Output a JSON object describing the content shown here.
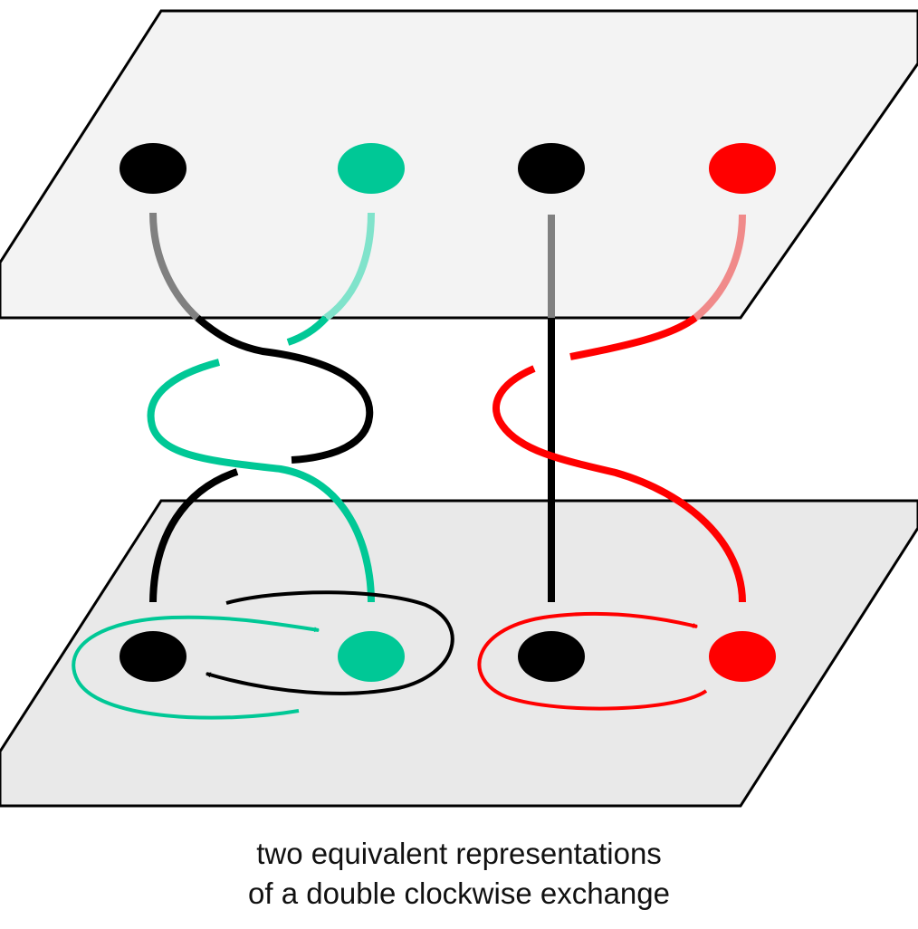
{
  "caption": {
    "line1": "two equivalent representations",
    "line2": "of a double clockwise exchange"
  },
  "colors": {
    "plane_top_fill": "#f3f3f3",
    "plane_bottom_fill": "#e9e9e9",
    "outline": "#000000",
    "particle_black": "#000000",
    "particle_teal": "#00c896",
    "particle_red": "#ff0000",
    "strand_black": "#000000",
    "strand_black_faded": "#808080",
    "strand_teal": "#00c896",
    "strand_teal_faded": "#80e3cb",
    "strand_red": "#ff0000",
    "strand_red_faded": "#f08a8a"
  },
  "particles": {
    "top": [
      "black",
      "teal",
      "black",
      "red"
    ],
    "bottom": [
      "black",
      "teal",
      "black",
      "red"
    ]
  }
}
